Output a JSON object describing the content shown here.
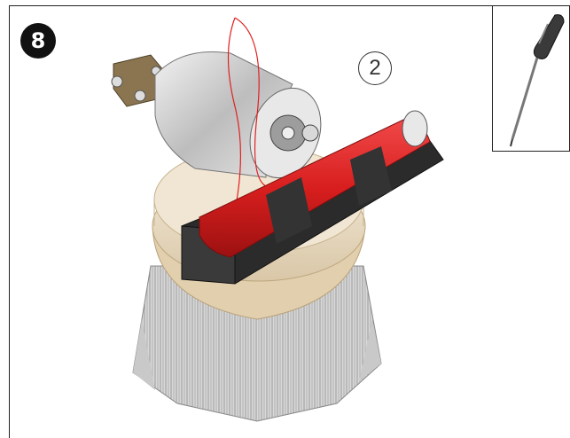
{
  "step": {
    "number": "8"
  },
  "sub_step": {
    "number": "2"
  },
  "tool": {
    "icon": "screwdriver-icon"
  },
  "illustration": {
    "name": "brush-motor-battery-holder-assembly"
  },
  "colors": {
    "battery_red": "#d81e1e",
    "holder_black": "#2b2b2b",
    "wood": "#e9dcc6",
    "bristle": "#b9b9b9",
    "motor_silver": "#cfcfcf",
    "bracket_brass": "#8a7550"
  }
}
